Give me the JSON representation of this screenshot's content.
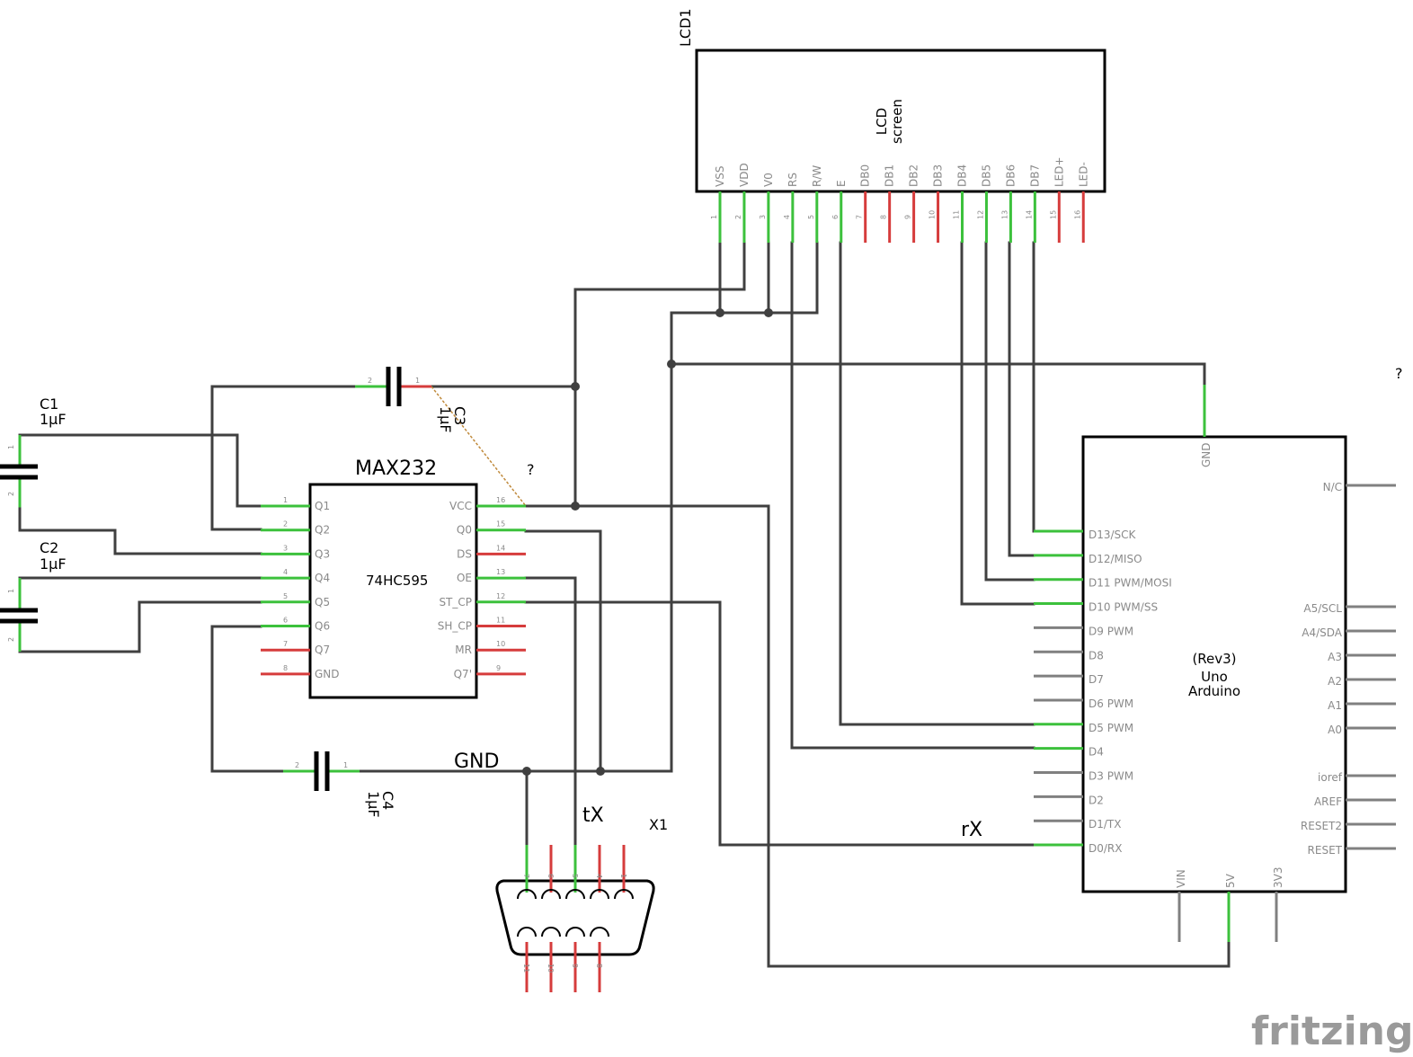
{
  "lcd": {
    "ref": "LCD1",
    "title": "LCD",
    "subtitle": "screen",
    "pins": [
      {
        "name": "VSS",
        "num": "1",
        "state": "connected"
      },
      {
        "name": "VDD",
        "num": "2",
        "state": "connected"
      },
      {
        "name": "V0",
        "num": "3",
        "state": "connected"
      },
      {
        "name": "RS",
        "num": "4",
        "state": "connected"
      },
      {
        "name": "R/W",
        "num": "5",
        "state": "connected"
      },
      {
        "name": "E",
        "num": "6",
        "state": "connected"
      },
      {
        "name": "DB0",
        "num": "7",
        "state": "unconnected"
      },
      {
        "name": "DB1",
        "num": "8",
        "state": "unconnected"
      },
      {
        "name": "DB2",
        "num": "9",
        "state": "unconnected"
      },
      {
        "name": "DB3",
        "num": "10",
        "state": "unconnected"
      },
      {
        "name": "DB4",
        "num": "11",
        "state": "connected"
      },
      {
        "name": "DB5",
        "num": "12",
        "state": "connected"
      },
      {
        "name": "DB6",
        "num": "13",
        "state": "connected"
      },
      {
        "name": "DB7",
        "num": "14",
        "state": "connected"
      },
      {
        "name": "LED+",
        "num": "15",
        "state": "unconnected"
      },
      {
        "name": "LED-",
        "num": "16",
        "state": "unconnected"
      }
    ]
  },
  "ic": {
    "ref": "MAX232",
    "part": "74HC595",
    "left_pins": [
      {
        "name": "Q1",
        "num": "1",
        "state": "connected"
      },
      {
        "name": "Q2",
        "num": "2",
        "state": "connected"
      },
      {
        "name": "Q3",
        "num": "3",
        "state": "connected"
      },
      {
        "name": "Q4",
        "num": "4",
        "state": "connected"
      },
      {
        "name": "Q5",
        "num": "5",
        "state": "connected"
      },
      {
        "name": "Q6",
        "num": "6",
        "state": "connected"
      },
      {
        "name": "Q7",
        "num": "7",
        "state": "unconnected"
      },
      {
        "name": "GND",
        "num": "8",
        "state": "unconnected"
      }
    ],
    "right_pins": [
      {
        "name": "VCC",
        "num": "16",
        "state": "connected"
      },
      {
        "name": "Q0",
        "num": "15",
        "state": "connected"
      },
      {
        "name": "DS",
        "num": "14",
        "state": "unconnected"
      },
      {
        "name": "OE",
        "num": "13",
        "state": "connected"
      },
      {
        "name": "ST_CP",
        "num": "12",
        "state": "connected"
      },
      {
        "name": "SH_CP",
        "num": "11",
        "state": "unconnected"
      },
      {
        "name": "MR",
        "num": "10",
        "state": "unconnected"
      },
      {
        "name": "Q7'",
        "num": "9",
        "state": "unconnected"
      }
    ]
  },
  "arduino": {
    "line1": "(Rev3)",
    "line2": "Uno",
    "line3": "Arduino",
    "top_pin": {
      "name": "GND"
    },
    "left_pins": [
      {
        "name": "D13/SCK",
        "state": "connected"
      },
      {
        "name": "D12/MISO",
        "state": "connected"
      },
      {
        "name": "D11 PWM/MOSI",
        "state": "connected"
      },
      {
        "name": "D10 PWM/SS",
        "state": "connected"
      },
      {
        "name": "D9 PWM",
        "state": "open"
      },
      {
        "name": "D8",
        "state": "open"
      },
      {
        "name": "D7",
        "state": "open"
      },
      {
        "name": "D6 PWM",
        "state": "open"
      },
      {
        "name": "D5 PWM",
        "state": "connected"
      },
      {
        "name": "D4",
        "state": "connected"
      },
      {
        "name": "D3 PWM",
        "state": "open"
      },
      {
        "name": "D2",
        "state": "open"
      },
      {
        "name": "D1/TX",
        "state": "open"
      },
      {
        "name": "D0/RX",
        "state": "connected"
      }
    ],
    "right_pins": [
      {
        "name": "N/C"
      },
      {
        "name": "A5/SCL"
      },
      {
        "name": "A4/SDA"
      },
      {
        "name": "A3"
      },
      {
        "name": "A2"
      },
      {
        "name": "A1"
      },
      {
        "name": "A0"
      },
      {
        "name": "ioref"
      },
      {
        "name": "AREF"
      },
      {
        "name": "RESET2"
      },
      {
        "name": "RESET"
      }
    ],
    "bottom_pins": [
      {
        "name": "VIN",
        "state": "open"
      },
      {
        "name": "5V",
        "state": "connected"
      },
      {
        "name": "3V3",
        "state": "open"
      }
    ]
  },
  "capacitors": {
    "c1": {
      "ref": "C1",
      "value": "1µF",
      "pin1": "1",
      "pin2": "2"
    },
    "c2": {
      "ref": "C2",
      "value": "1µF",
      "pin1": "1",
      "pin2": "2"
    },
    "c3": {
      "ref": "C3",
      "value": "1µF",
      "pin1": "1",
      "pin2": "2"
    },
    "c4": {
      "ref": "C4",
      "value": "1µF",
      "pin1": "1",
      "pin2": "2"
    }
  },
  "db9": {
    "ref": "X1",
    "top_pins": [
      {
        "num": "7",
        "state": "connected"
      },
      {
        "num": "6",
        "state": "unconnected"
      },
      {
        "num": "5",
        "state": "connected"
      },
      {
        "num": "4",
        "state": "unconnected"
      },
      {
        "num": "1",
        "state": "unconnected"
      }
    ],
    "bottom_pins": [
      {
        "num": "11",
        "state": "unconnected"
      },
      {
        "num": "10",
        "state": "unconnected"
      },
      {
        "num": "9",
        "state": "unconnected"
      },
      {
        "num": "8",
        "state": "unconnected"
      }
    ]
  },
  "net_labels": {
    "gnd": "GND",
    "tx": "tX",
    "rx": "rX",
    "unknown1": "?",
    "unknown2": "?"
  },
  "branding": {
    "logo": "fritzing"
  }
}
